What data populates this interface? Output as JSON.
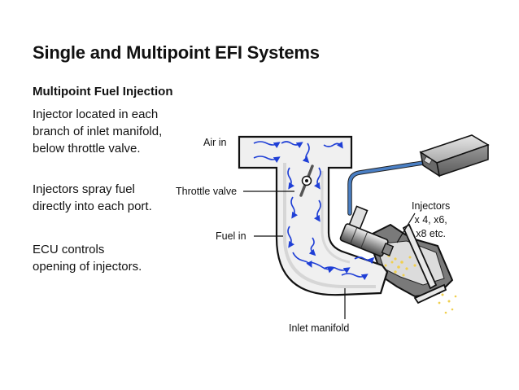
{
  "title": "Single and Multipoint EFI Systems",
  "subtitle": "Multipoint Fuel Injection",
  "paragraphs": [
    {
      "lines": [
        "Injector located in each",
        "branch of inlet manifold,",
        "below throttle valve."
      ]
    },
    {
      "lines": [
        "Injectors spray fuel",
        "directly into each port."
      ]
    },
    {
      "lines": [
        "ECU controls",
        "opening of injectors."
      ]
    }
  ],
  "labels": {
    "air_in": "Air in",
    "throttle_valve": "Throttle valve",
    "fuel_in": "Fuel in",
    "injectors": [
      "Injectors",
      "x 4, x6,",
      "x8 etc."
    ],
    "inlet_manifold": "Inlet manifold"
  },
  "colors": {
    "air_arrow": "#1f3fd6",
    "fuel_line": "#4a7fc4",
    "manifold_fill": "#e8e8e8",
    "spray": "#f0cf4e"
  }
}
